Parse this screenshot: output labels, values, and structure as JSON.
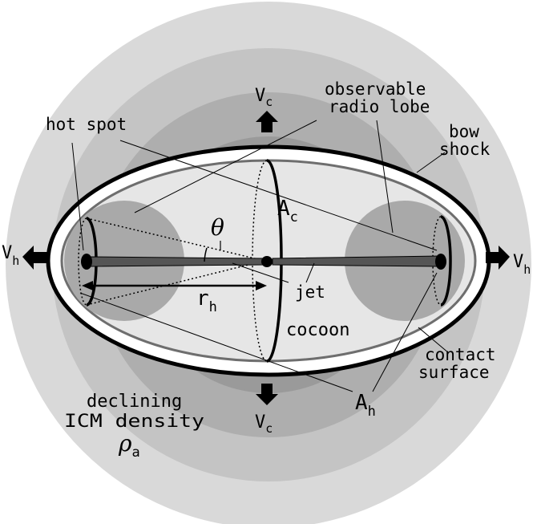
{
  "labels": {
    "v_c": "V",
    "v_c_sub": "c",
    "v_h": "V",
    "v_h_sub": "h",
    "hot_spot": "hot spot",
    "observable_radio_lobe_1": "observable",
    "observable_radio_lobe_2": "radio lobe",
    "bow_shock_1": "bow",
    "bow_shock_2": "shock",
    "theta": "θ",
    "a_c": "A",
    "a_c_sub": "c",
    "r_h": "r",
    "r_h_sub": "h",
    "jet": "jet",
    "cocoon": "cocoon",
    "contact_surface_1": "contact",
    "contact_surface_2": "surface",
    "declining_1": "declining",
    "declining_2": "ICM density",
    "rho": "ρ",
    "rho_sub": "a",
    "a_h": "A",
    "a_h_sub": "h"
  },
  "colors": {
    "ring_outer": "#d9d9d9",
    "ring_2": "#c4c4c4",
    "ring_3": "#aeaeae",
    "ring_inner": "#9a9a9a",
    "cocoon_fill": "#e6e6e6",
    "lobe_fill": "#a9a9a9",
    "ink": "#000000",
    "contact_line": "#6e6e6e"
  }
}
